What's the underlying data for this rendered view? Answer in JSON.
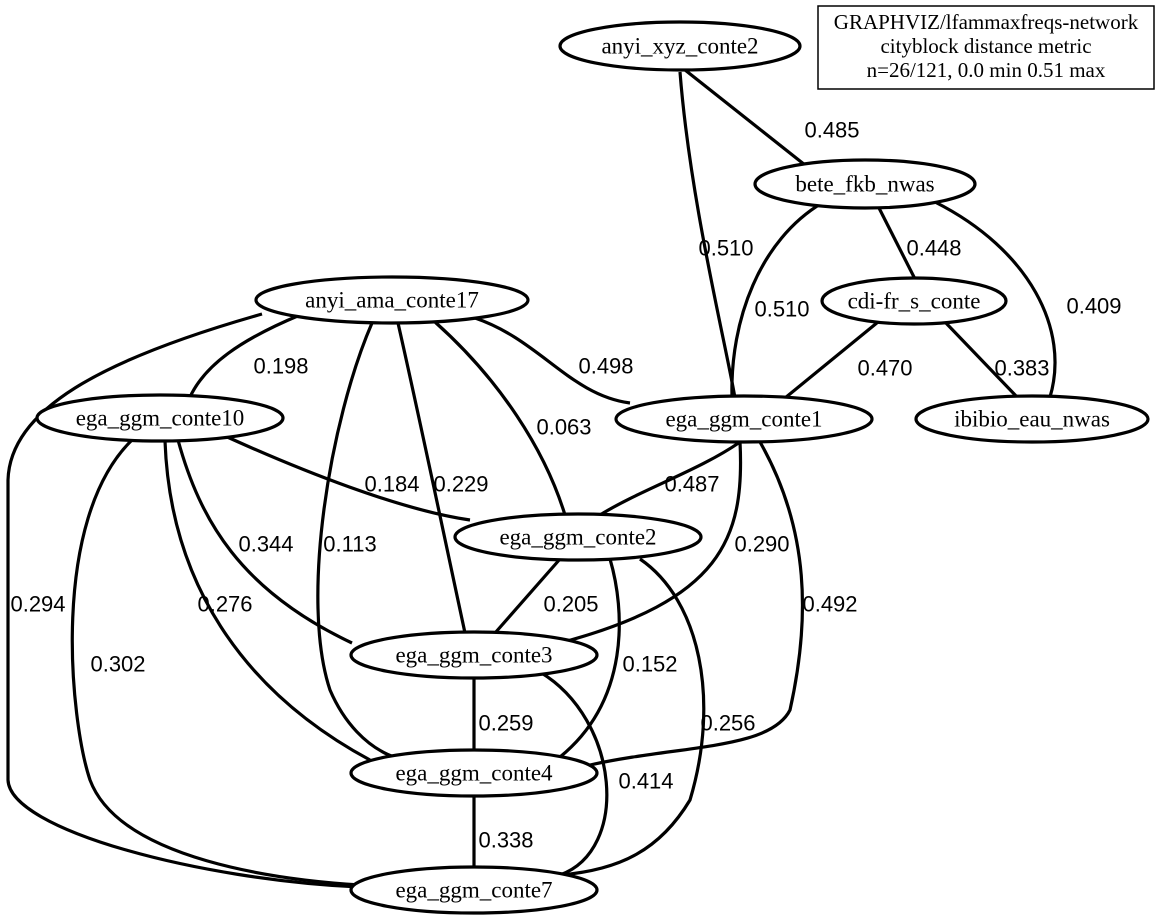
{
  "legend": {
    "lines": [
      "GRAPHVIZ/lfammaxfreqs-network",
      "cityblock distance metric",
      "n=26/121, 0.0 min 0.51 max"
    ]
  },
  "nodes": [
    {
      "id": "anyi_xyz_conte2",
      "label": "anyi_xyz_conte2"
    },
    {
      "id": "bete_fkb_nwas",
      "label": "bete_fkb_nwas"
    },
    {
      "id": "cdi_fr_s_conte",
      "label": "cdi-fr_s_conte"
    },
    {
      "id": "anyi_ama_conte17",
      "label": "anyi_ama_conte17"
    },
    {
      "id": "ega_ggm_conte10",
      "label": "ega_ggm_conte10"
    },
    {
      "id": "ega_ggm_conte1",
      "label": "ega_ggm_conte1"
    },
    {
      "id": "ibibio_eau_nwas",
      "label": "ibibio_eau_nwas"
    },
    {
      "id": "ega_ggm_conte2",
      "label": "ega_ggm_conte2"
    },
    {
      "id": "ega_ggm_conte3",
      "label": "ega_ggm_conte3"
    },
    {
      "id": "ega_ggm_conte4",
      "label": "ega_ggm_conte4"
    },
    {
      "id": "ega_ggm_conte7",
      "label": "ega_ggm_conte7"
    }
  ],
  "edges": [
    {
      "id": "xyz2-bete",
      "source": "anyi_xyz_conte2",
      "target": "bete_fkb_nwas",
      "label": "0.485"
    },
    {
      "id": "xyz2-c1",
      "source": "anyi_xyz_conte2",
      "target": "ega_ggm_conte1",
      "label": "0.510"
    },
    {
      "id": "bete-cdi",
      "source": "bete_fkb_nwas",
      "target": "cdi_fr_s_conte",
      "label": "0.448"
    },
    {
      "id": "bete-c1",
      "source": "bete_fkb_nwas",
      "target": "ega_ggm_conte1",
      "label": "0.510"
    },
    {
      "id": "bete-ibibio",
      "source": "bete_fkb_nwas",
      "target": "ibibio_eau_nwas",
      "label": "0.409"
    },
    {
      "id": "cdi-c1",
      "source": "cdi_fr_s_conte",
      "target": "ega_ggm_conte1",
      "label": "0.470"
    },
    {
      "id": "cdi-ibibio",
      "source": "cdi_fr_s_conte",
      "target": "ibibio_eau_nwas",
      "label": "0.383"
    },
    {
      "id": "ama17-c10",
      "source": "anyi_ama_conte17",
      "target": "ega_ggm_conte10",
      "label": "0.198"
    },
    {
      "id": "ama17-c1",
      "source": "anyi_ama_conte17",
      "target": "ega_ggm_conte1",
      "label": "0.498"
    },
    {
      "id": "ama17-c2",
      "source": "anyi_ama_conte17",
      "target": "ega_ggm_conte2",
      "label": "0.063"
    },
    {
      "id": "ama17-c3",
      "source": "anyi_ama_conte17",
      "target": "ega_ggm_conte3",
      "label": "0.229"
    },
    {
      "id": "ama17-c4",
      "source": "anyi_ama_conte17",
      "target": "ega_ggm_conte4",
      "label": "0.113"
    },
    {
      "id": "ama17-c7",
      "source": "anyi_ama_conte17",
      "target": "ega_ggm_conte7",
      "label": "0.294"
    },
    {
      "id": "c10-c2",
      "source": "ega_ggm_conte10",
      "target": "ega_ggm_conte2",
      "label": "0.184"
    },
    {
      "id": "c10-c3",
      "source": "ega_ggm_conte10",
      "target": "ega_ggm_conte3",
      "label": "0.344"
    },
    {
      "id": "c10-c4",
      "source": "ega_ggm_conte10",
      "target": "ega_ggm_conte4",
      "label": "0.276"
    },
    {
      "id": "c10-c7",
      "source": "ega_ggm_conte10",
      "target": "ega_ggm_conte7",
      "label": "0.302"
    },
    {
      "id": "c1-c2",
      "source": "ega_ggm_conte1",
      "target": "ega_ggm_conte2",
      "label": "0.487"
    },
    {
      "id": "c1-c3",
      "source": "ega_ggm_conte1",
      "target": "ega_ggm_conte3",
      "label": "0.290"
    },
    {
      "id": "c1-c4",
      "source": "ega_ggm_conte1",
      "target": "ega_ggm_conte4",
      "label": "0.492"
    },
    {
      "id": "c2-c3",
      "source": "ega_ggm_conte2",
      "target": "ega_ggm_conte3",
      "label": "0.205"
    },
    {
      "id": "c2-c4",
      "source": "ega_ggm_conte2",
      "target": "ega_ggm_conte4",
      "label": "0.152"
    },
    {
      "id": "c2-c7",
      "source": "ega_ggm_conte2",
      "target": "ega_ggm_conte7",
      "label": "0.256"
    },
    {
      "id": "c3-c4",
      "source": "ega_ggm_conte3",
      "target": "ega_ggm_conte4",
      "label": "0.259"
    },
    {
      "id": "c3-c7",
      "source": "ega_ggm_conte3",
      "target": "ega_ggm_conte7",
      "label": "0.414"
    },
    {
      "id": "c4-c7",
      "source": "ega_ggm_conte4",
      "target": "ega_ggm_conte7",
      "label": "0.338"
    }
  ]
}
